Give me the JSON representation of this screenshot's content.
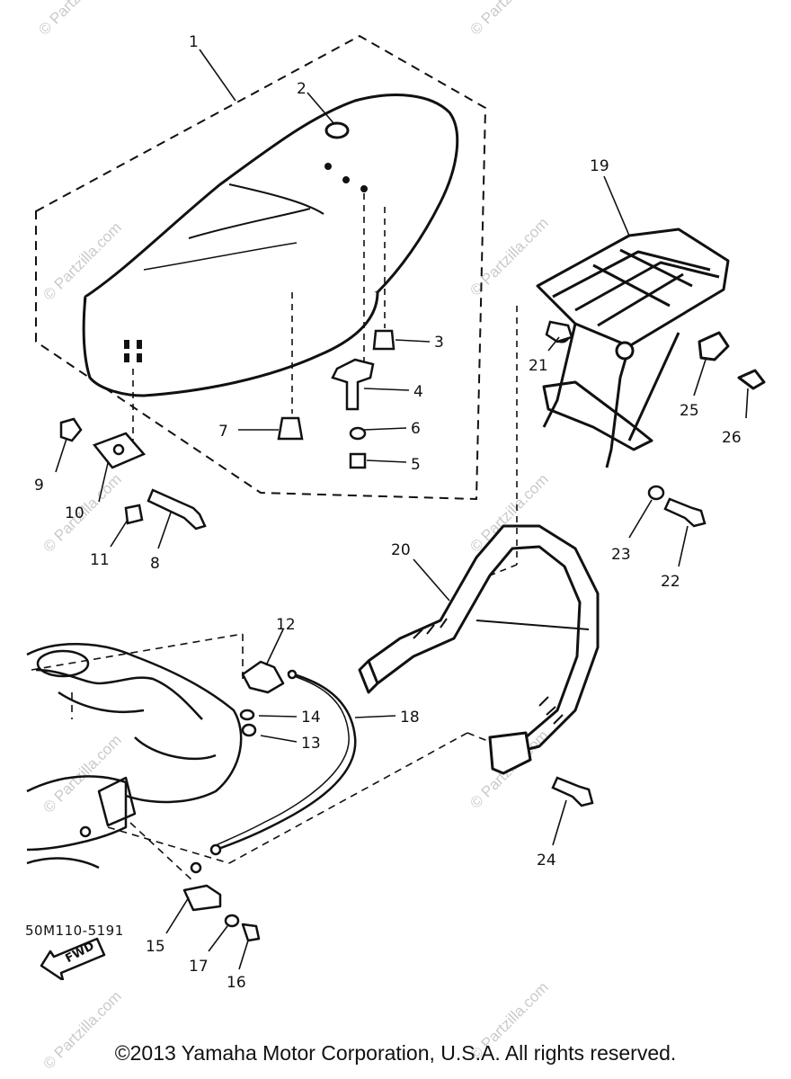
{
  "diagram": {
    "callouts": {
      "c1": "1",
      "c2": "2",
      "c3": "3",
      "c4": "4",
      "c5": "5",
      "c6": "6",
      "c7": "7",
      "c8": "8",
      "c9": "9",
      "c10": "10",
      "c11": "11",
      "c12": "12",
      "c13": "13",
      "c14": "14",
      "c15": "15",
      "c16": "16",
      "c17": "17",
      "c18": "18",
      "c19": "19",
      "c20": "20",
      "c21": "21",
      "c22": "22",
      "c23": "23",
      "c24": "24",
      "c25": "25",
      "c26": "26"
    },
    "fwd_label": "FWD",
    "part_code": "50M110-5191",
    "watermark": "© Partzilla.com",
    "copyright": "©2013 Yamaha Motor Corporation, U.S.A. All rights reserved."
  }
}
